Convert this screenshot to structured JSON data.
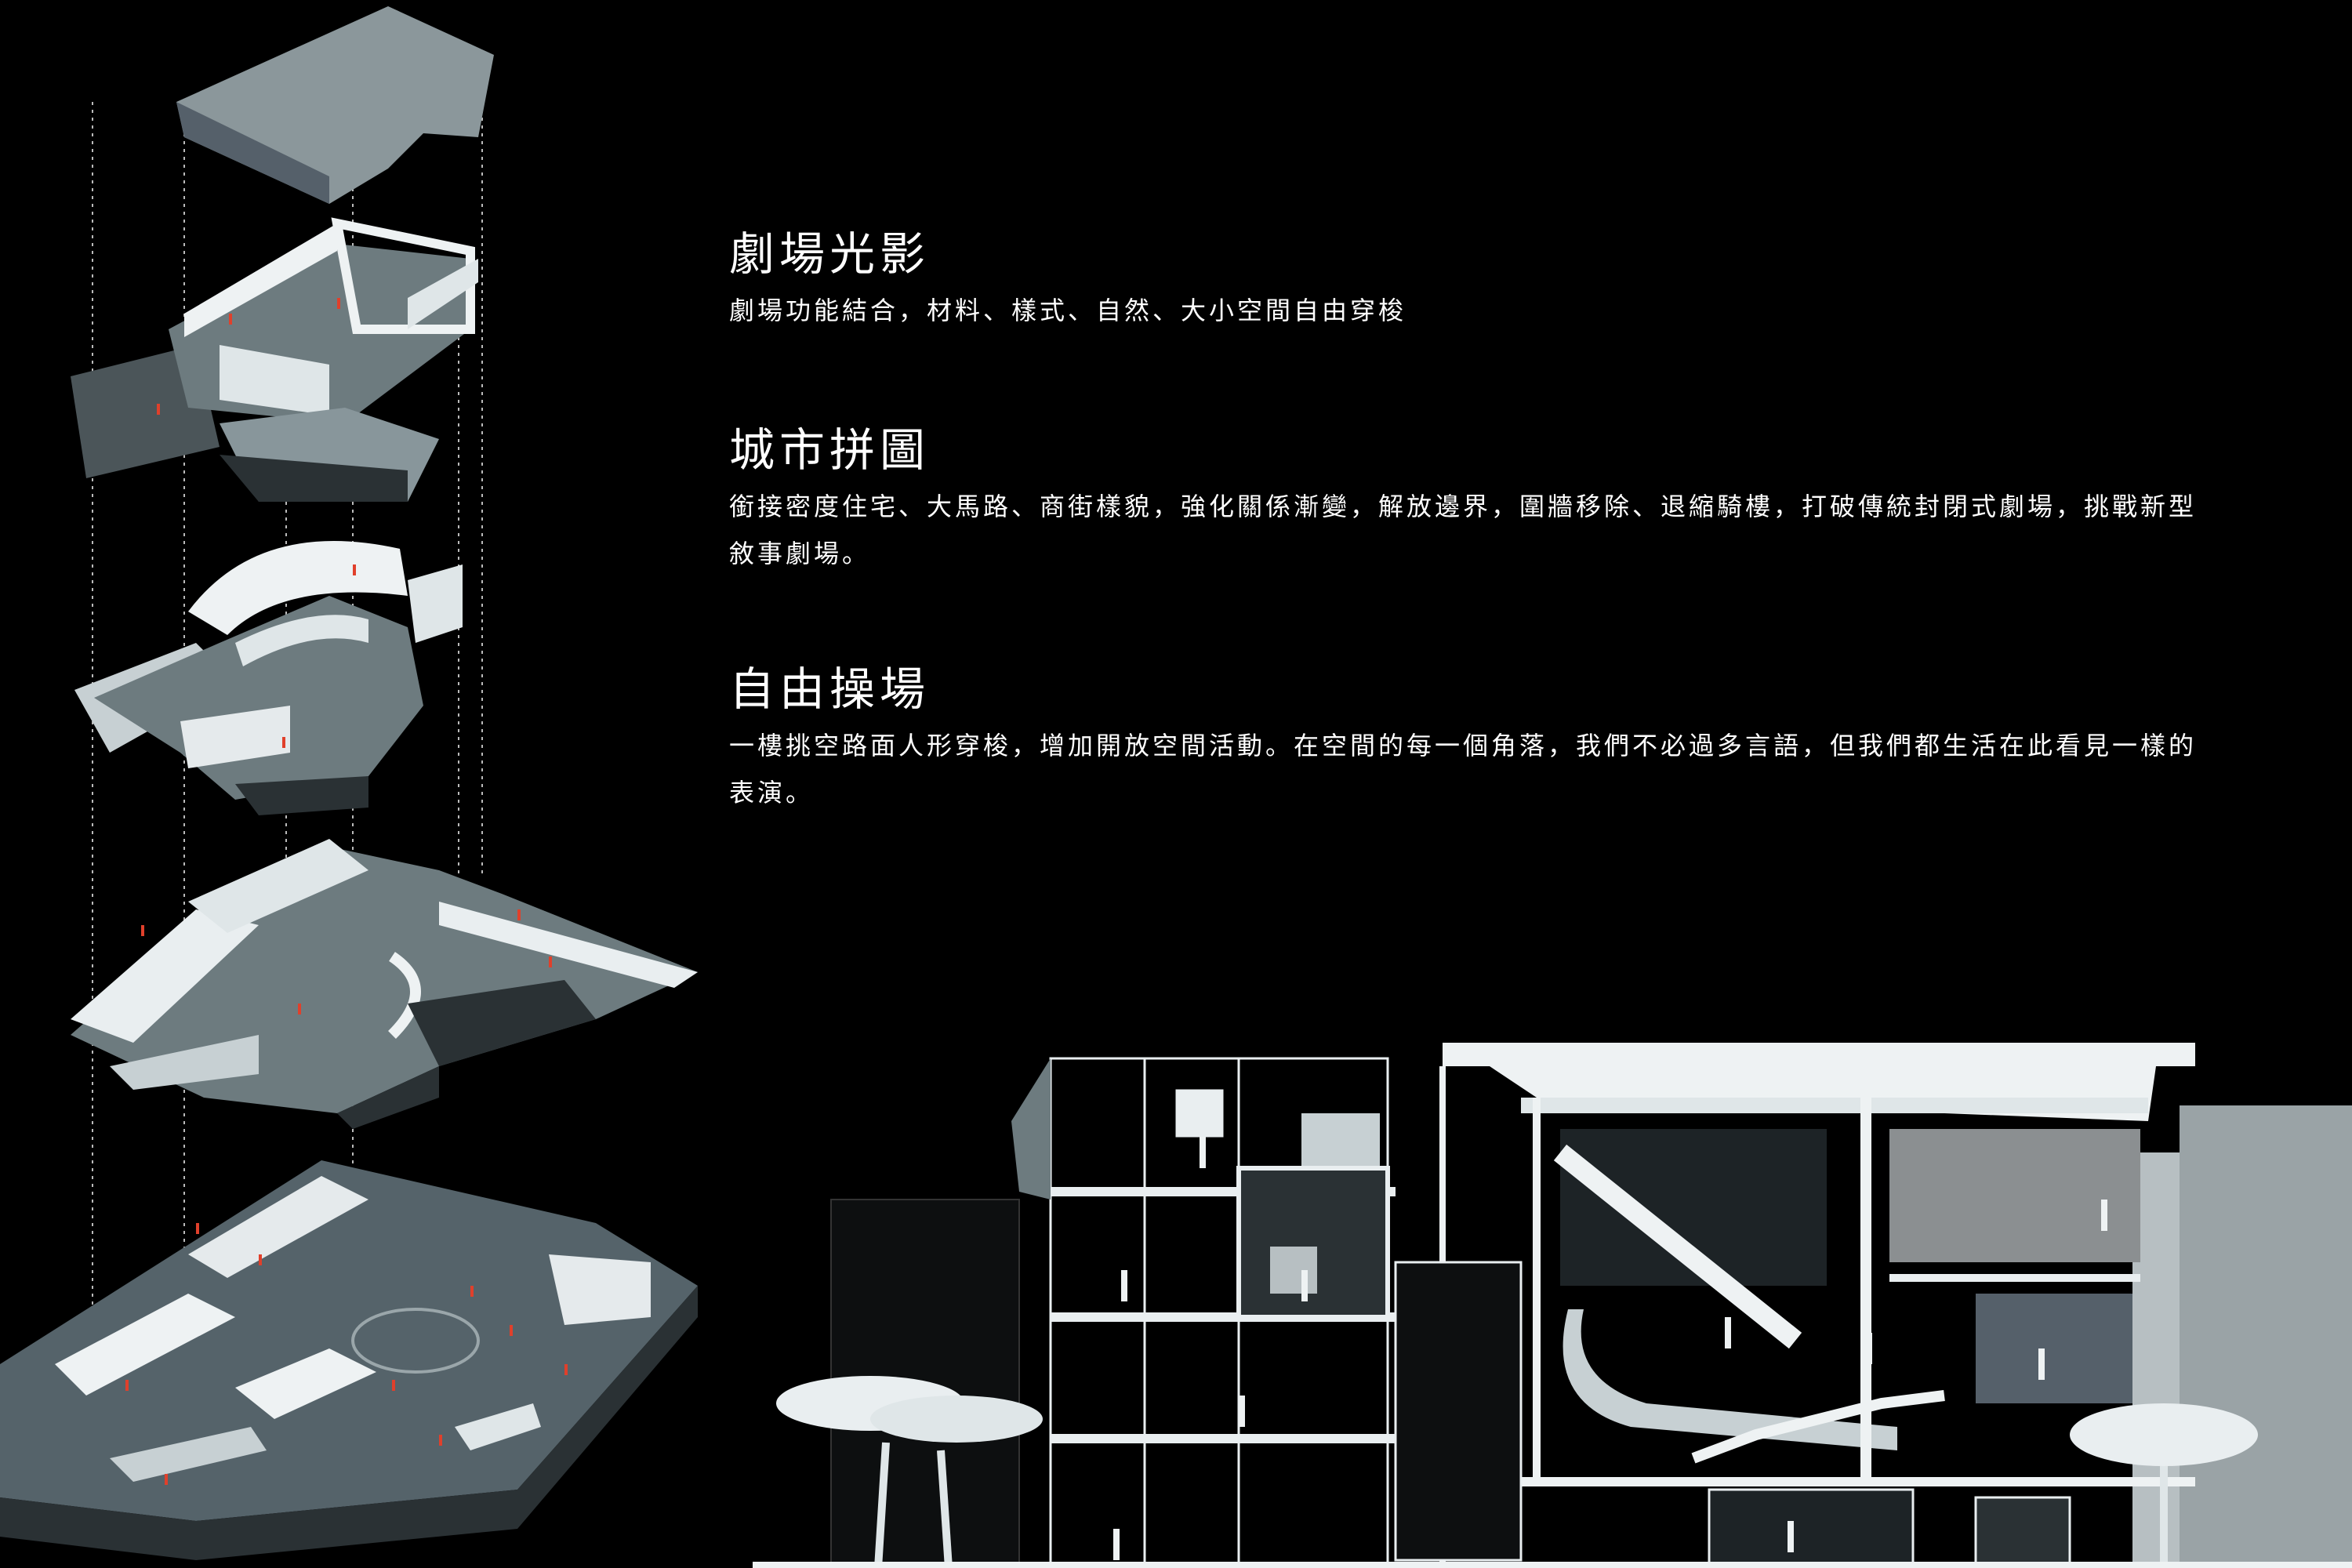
{
  "blocks": [
    {
      "title": "劇場光影",
      "body": "劇場功能結合，材料、樣式、自然、大小空間自由穿梭"
    },
    {
      "title": "城市拼圖",
      "body": "銜接密度住宅、大馬路、商街樣貌，強化關係漸變，解放邊界，圍牆移除、退縮騎樓，打破傳統封閉式劇場，挑戰新型敘事劇場。"
    },
    {
      "title": "自由操場",
      "body": "一樓挑空路面人形穿梭，增加開放空間活動。在空間的每一個角落，我們不必過多言語，但我們都生活在此看見一樣的表演。"
    }
  ],
  "colors": {
    "background": "#000000",
    "wall": "#e9eef0",
    "floor": "#6d7b7f",
    "figure": "#e0402b",
    "section": "#cfd7da"
  }
}
